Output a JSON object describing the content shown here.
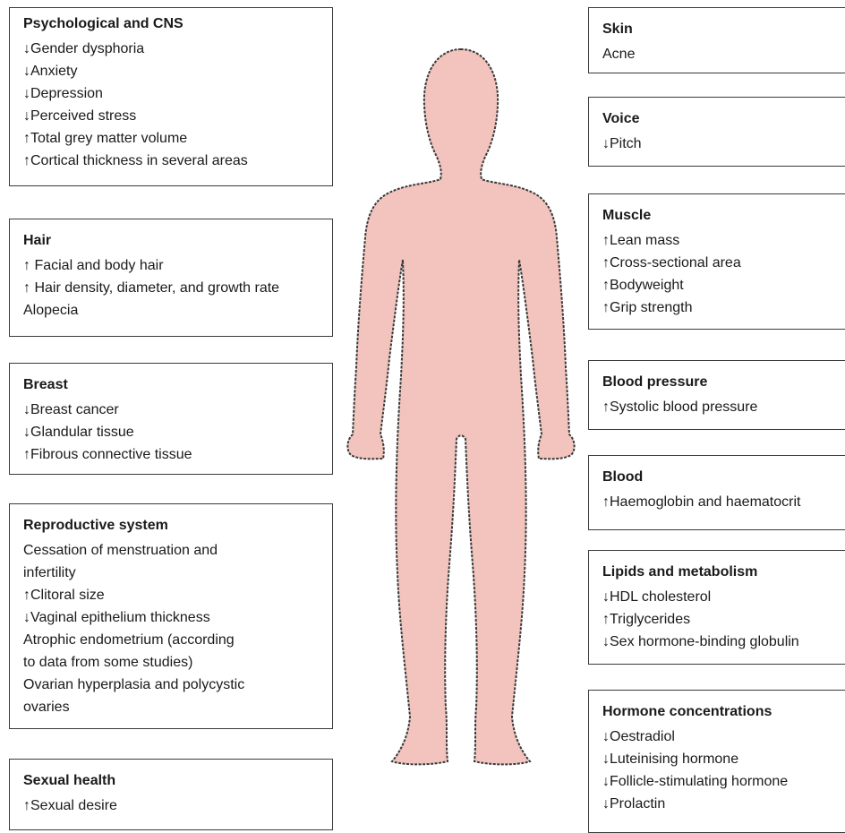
{
  "left_boxes": [
    {
      "title": "Psychological and CNS",
      "lines": [
        "↓Gender dysphoria",
        "↓Anxiety",
        "↓Depression",
        "↓Perceived stress",
        "↑Total grey matter volume",
        "↑Cortical thickness in several areas"
      ]
    },
    {
      "title": "Hair",
      "lines": [
        "↑ Facial and body hair",
        "↑ Hair density, diameter, and growth rate",
        "Alopecia"
      ]
    },
    {
      "title": "Breast",
      "lines": [
        "↓Breast cancer",
        "↓Glandular tissue",
        "↑Fibrous connective tissue"
      ]
    },
    {
      "title": "Reproductive system",
      "lines": [
        "Cessation of menstruation and",
        "infertility",
        "↑Clitoral size",
        "↓Vaginal epithelium thickness",
        "Atrophic endometrium (according",
        "to data from some studies)",
        "Ovarian hyperplasia and polycystic",
        "ovaries"
      ]
    },
    {
      "title": "Sexual health",
      "lines": [
        "↑Sexual desire"
      ]
    }
  ],
  "right_boxes": [
    {
      "title": "Skin",
      "lines": [
        "Acne"
      ]
    },
    {
      "title": "Voice",
      "lines": [
        "↓Pitch"
      ]
    },
    {
      "title": "Muscle",
      "lines": [
        "↑Lean mass",
        "↑Cross-sectional area",
        "↑Bodyweight",
        "↑Grip strength"
      ]
    },
    {
      "title": "Blood pressure",
      "lines": [
        "↑Systolic blood pressure"
      ]
    },
    {
      "title": "Blood",
      "lines": [
        "↑Haemoglobin and haematocrit"
      ]
    },
    {
      "title": "Lipids and metabolism",
      "lines": [
        "↓HDL cholesterol",
        "↑Triglycerides",
        "↓Sex hormone-binding globulin"
      ]
    },
    {
      "title": "Hormone concentrations",
      "lines": [
        "↓Oestradiol",
        "↓Luteinising hormone",
        "↓Follicle-stimulating hormone",
        "↓Prolactin"
      ]
    }
  ],
  "colors": {
    "body_fill": "#f2c4bd",
    "body_outline": "#3a3a3a",
    "box_border": "#3a3a3a"
  }
}
